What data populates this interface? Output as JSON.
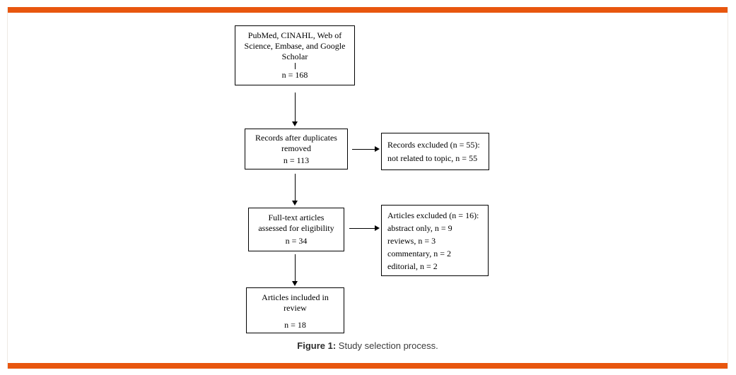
{
  "colors": {
    "accent": "#e8560e"
  },
  "figure": {
    "caption_label": "Figure 1:",
    "caption_text": " Study selection process."
  },
  "diagram": {
    "sources": {
      "lines": [
        "PubMed, CINAHL, Web of",
        "Science, Embase, and Google",
        "Scholar"
      ],
      "count": "n = 168"
    },
    "duplicates_removed": {
      "lines": [
        "Records after duplicates",
        "removed"
      ],
      "count": "n = 113"
    },
    "records_excluded": {
      "lines": [
        "Records excluded (n = 55):",
        "not related to topic, n = 55"
      ]
    },
    "fulltext_assessed": {
      "lines": [
        "Full-text articles",
        "assessed for eligibility"
      ],
      "count": "n = 34"
    },
    "articles_excluded": {
      "lines": [
        "Articles excluded (n = 16):",
        "abstract only, n = 9",
        "reviews, n = 3",
        "commentary, n = 2",
        "editorial, n = 2"
      ]
    },
    "articles_included": {
      "lines": [
        "Articles included in",
        "review"
      ],
      "count": "n = 18"
    }
  }
}
